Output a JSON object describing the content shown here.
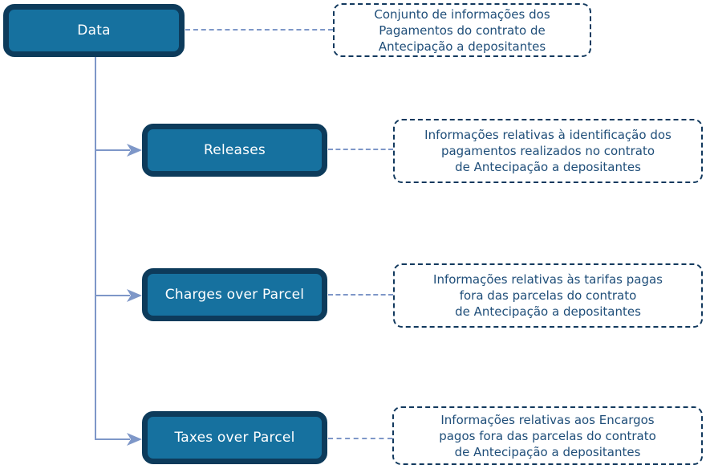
{
  "diagram": {
    "nodes": [
      {
        "id": "data",
        "label": "Data",
        "note": "Conjunto de informações dos\nPagamentos do contrato de\nAntecipação a depositantes"
      },
      {
        "id": "releases",
        "label": "Releases",
        "note": "Informações relativas à identificação dos\npagamentos realizados no contrato\nde Antecipação a depositantes"
      },
      {
        "id": "charges-over-parcel",
        "label": "Charges over Parcel",
        "note": "Informações relativas às tarifas pagas\nfora das parcelas do contrato\nde Antecipação a depositantes"
      },
      {
        "id": "taxes-over-parcel",
        "label": "Taxes over Parcel",
        "note": "Informações relativas aos Encargos\npagos fora das parcelas do contrato\nde Antecipação a depositantes"
      }
    ],
    "colors": {
      "node_fill": "#16719f",
      "node_border": "#0d3b5b",
      "node_text": "#ffffff",
      "note_border": "#12395e",
      "note_text": "#1f4e79",
      "connector": "#7e97c8"
    }
  }
}
